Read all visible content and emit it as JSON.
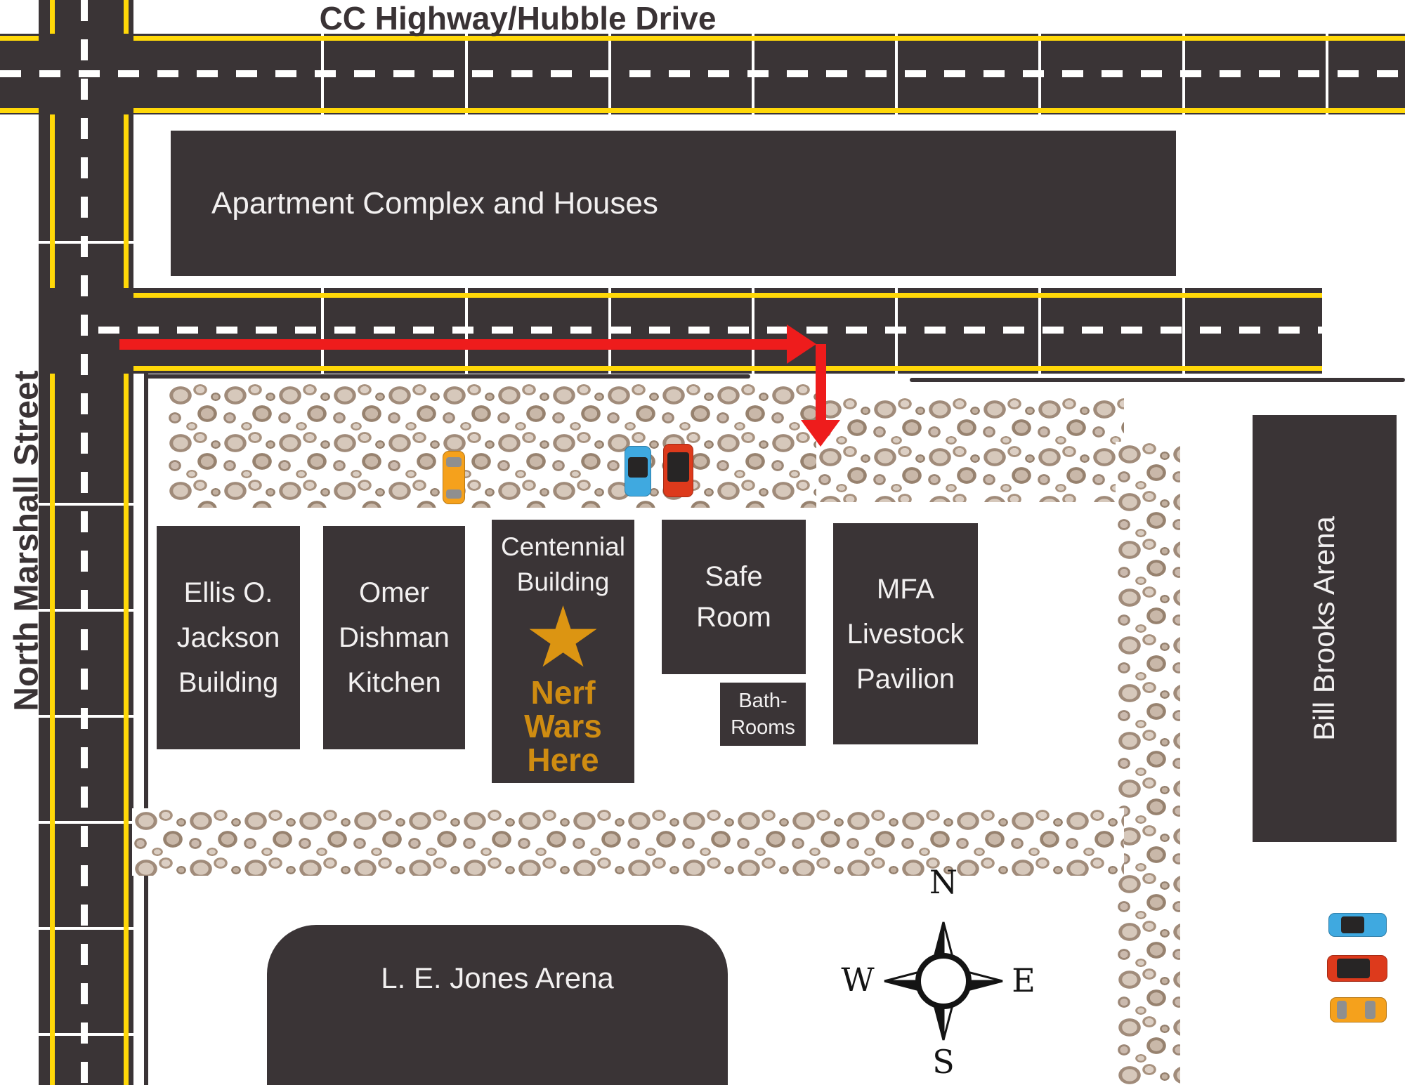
{
  "map": {
    "title": "CC Highway/Hubble Drive",
    "vertical_street": "North Marshall Street",
    "route_arrow_color": "#ee1c1c",
    "road_color": "#3a3436",
    "road_edge_line_color": "#ffd808",
    "gravel_color": "#c9b8a9"
  },
  "buildings": {
    "apartment": {
      "label": "Apartment Complex and Houses"
    },
    "ellis": {
      "lines": [
        "Ellis O.",
        "Jackson",
        "Building"
      ]
    },
    "omer": {
      "lines": [
        "Omer",
        "Dishman",
        "Kitchen"
      ]
    },
    "centennial": {
      "lines": [
        "Centennial",
        "Building"
      ],
      "event_lines": [
        "Nerf",
        "Wars",
        "Here"
      ],
      "star_color": "#dc9512",
      "event_text_color": "#cf8c11"
    },
    "safe": {
      "lines": [
        "Safe",
        "Room"
      ]
    },
    "bath": {
      "lines": [
        "Bath-",
        "Rooms"
      ]
    },
    "mfa": {
      "lines": [
        "MFA",
        "Livestock",
        "Pavilion"
      ]
    },
    "bill": {
      "label": "Bill Brooks Arena"
    },
    "jones": {
      "label": "L. E. Jones Arena"
    }
  },
  "compass": {
    "north": "N",
    "east": "E",
    "south": "S",
    "west": "W"
  },
  "cars": {
    "lot_cars": [
      "orange",
      "blue",
      "red"
    ],
    "legend_cars": [
      "blue",
      "red",
      "orange"
    ],
    "orange_hex": "#f5a11c",
    "blue_hex": "#3fa9e0",
    "red_hex": "#dd3a1c"
  }
}
